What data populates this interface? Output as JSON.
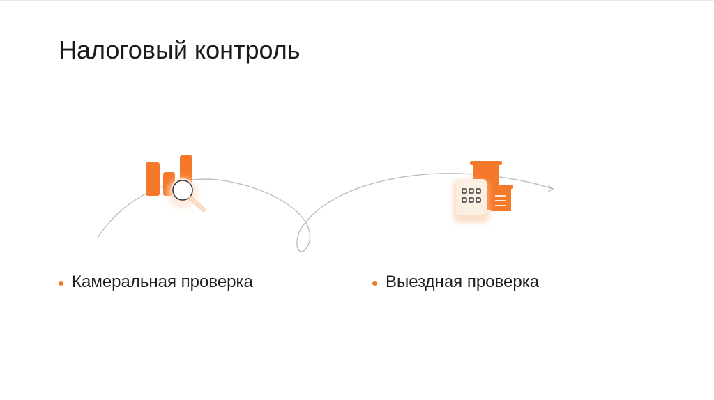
{
  "slide": {
    "title": "Налоговый контроль",
    "bullets": [
      {
        "label": "Камеральная проверка"
      },
      {
        "label": "Выездная проверка"
      }
    ],
    "icons": {
      "left": "bar-chart-magnifier-icon",
      "right": "documents-calculator-icon"
    }
  },
  "colors": {
    "accent": "#f5792a",
    "curve": "#b9b9b9",
    "text": "#1f1f1f"
  }
}
